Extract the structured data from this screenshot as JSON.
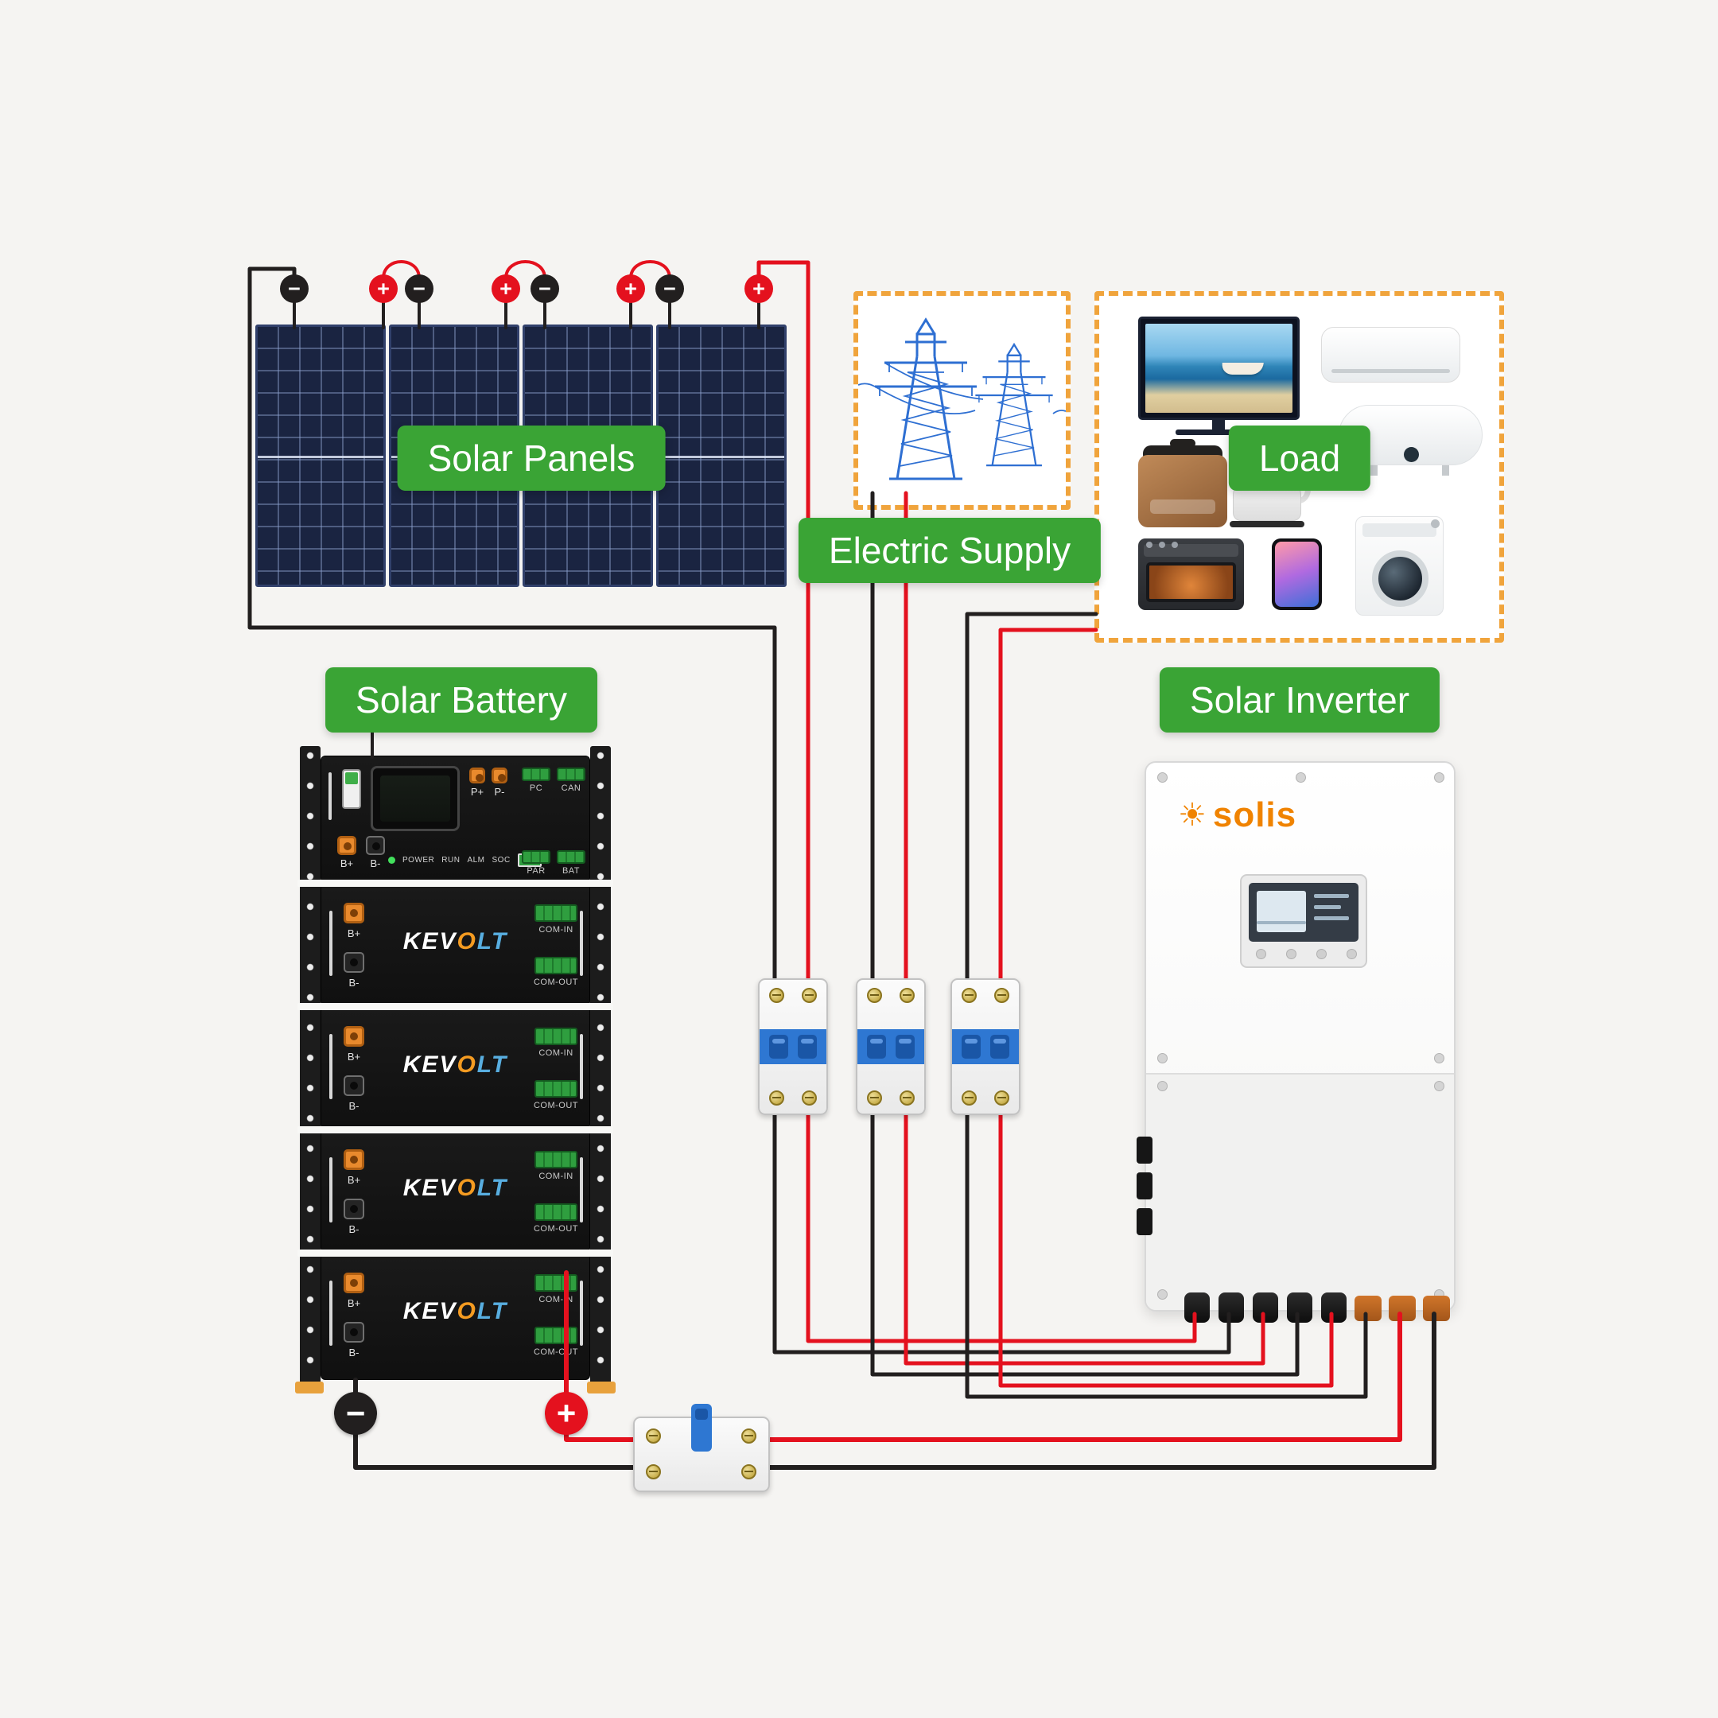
{
  "colors": {
    "bg": "#f5f4f2",
    "green": "#3aa435",
    "dash_orange": "#f0a43c",
    "wire_red": "#e4111e",
    "wire_black": "#221f1f",
    "panel_navy": "#1a2441",
    "breaker_blue": "#2e77d2",
    "tower_blue": "#2e6fd2",
    "terminal_orange": "#e98a2d",
    "connector_green": "#2f9e3f",
    "brand_orange": "#f08300"
  },
  "labels": {
    "solar_panels": "Solar Panels",
    "electric_supply": "Electric Supply",
    "load": "Load",
    "solar_battery": "Solar Battery",
    "solar_inverter": "Solar Inverter"
  },
  "symbols": {
    "plus": "+",
    "minus": "−"
  },
  "icons": {
    "sun": "☀"
  },
  "battery": {
    "brand": {
      "kev": "KEV",
      "o": "O",
      "lt": "LT"
    },
    "controller": {
      "power": "POWER",
      "run": "RUN",
      "alm": "ALM",
      "soc": "SOC",
      "pc": "PC",
      "can": "CAN",
      "par": "PAR",
      "bat": "BAT",
      "p_plus": "P+",
      "p_minus": "P-",
      "b_plus": "B+",
      "b_minus": "B-"
    },
    "module": {
      "b_plus": "B+",
      "b_minus": "B-",
      "com_in": "COM-IN",
      "com_out": "COM-OUT"
    }
  },
  "inverter": {
    "brand": "solis"
  }
}
